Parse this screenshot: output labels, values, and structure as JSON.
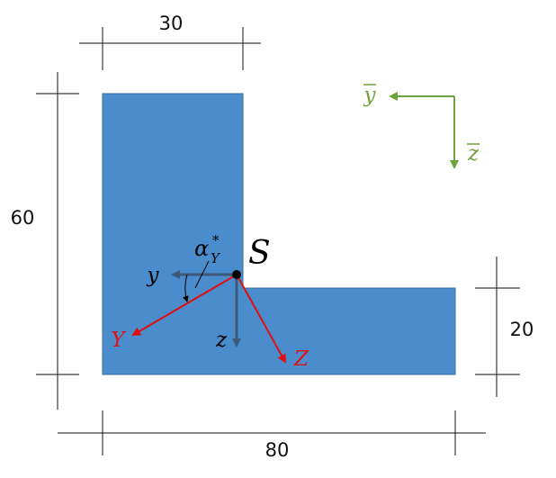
{
  "dimensions": {
    "top_width": "30",
    "height": "60",
    "bottom_width": "80",
    "flange_thickness": "20"
  },
  "centroid_label": "S",
  "angle_label": "α",
  "angle_sub": "Y",
  "angle_sup": "*",
  "local_axes": {
    "y": "y",
    "z": "z"
  },
  "principal_axes": {
    "Y": "Y",
    "Z": "Z"
  },
  "global_axes": {
    "y": "y",
    "z": "z"
  },
  "colors": {
    "shape_fill": "#4a8ccc",
    "principal": "#e01010",
    "global": "#6ea23c",
    "local": "#3c5a78"
  }
}
